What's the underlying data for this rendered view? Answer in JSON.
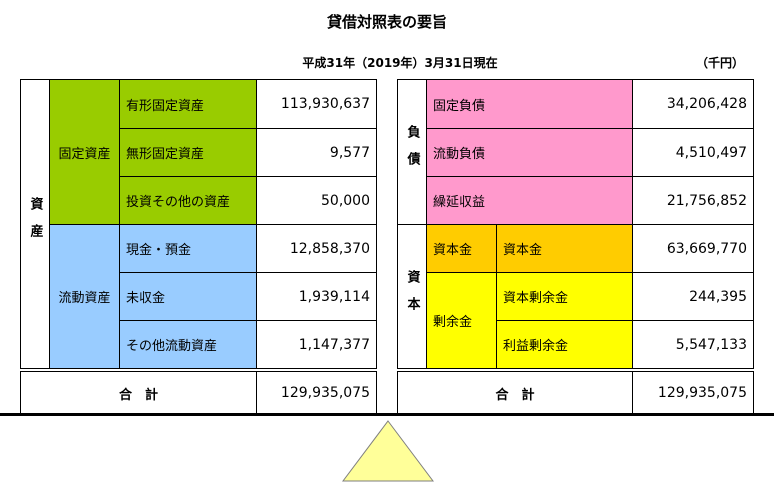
{
  "header": {
    "title": "貸借対照表の要旨",
    "subtitle": "平成31年（2019年）3月31日現在",
    "unit": "（千円）"
  },
  "assets": {
    "section_label": "資産",
    "fixed": {
      "label": "固定資産",
      "items": [
        {
          "label": "有形固定資産",
          "value": "113,930,637"
        },
        {
          "label": "無形固定資産",
          "value": "9,577"
        },
        {
          "label": "投資その他の資産",
          "value": "50,000"
        }
      ]
    },
    "current": {
      "label": "流動資産",
      "items": [
        {
          "label": "現金・預金",
          "value": "12,858,370"
        },
        {
          "label": "未収金",
          "value": "1,939,114"
        },
        {
          "label": "その他流動資産",
          "value": "1,147,377"
        }
      ]
    },
    "total_label": "合　計",
    "total_value": "129,935,075"
  },
  "liabilities": {
    "section_label": "負債",
    "items": [
      {
        "label": "固定負債",
        "value": "34,206,428"
      },
      {
        "label": "流動負債",
        "value": "4,510,497"
      },
      {
        "label": "繰延収益",
        "value": "21,756,852"
      }
    ]
  },
  "capital": {
    "section_label": "資本",
    "stock": {
      "group": "資本金",
      "label": "資本金",
      "value": "63,669,770"
    },
    "surplus": {
      "group": "剰余金",
      "items": [
        {
          "label": "資本剰余金",
          "value": "244,395"
        },
        {
          "label": "利益剰余金",
          "value": "5,547,133"
        }
      ]
    },
    "total_label": "合　計",
    "total_value": "129,935,075"
  }
}
